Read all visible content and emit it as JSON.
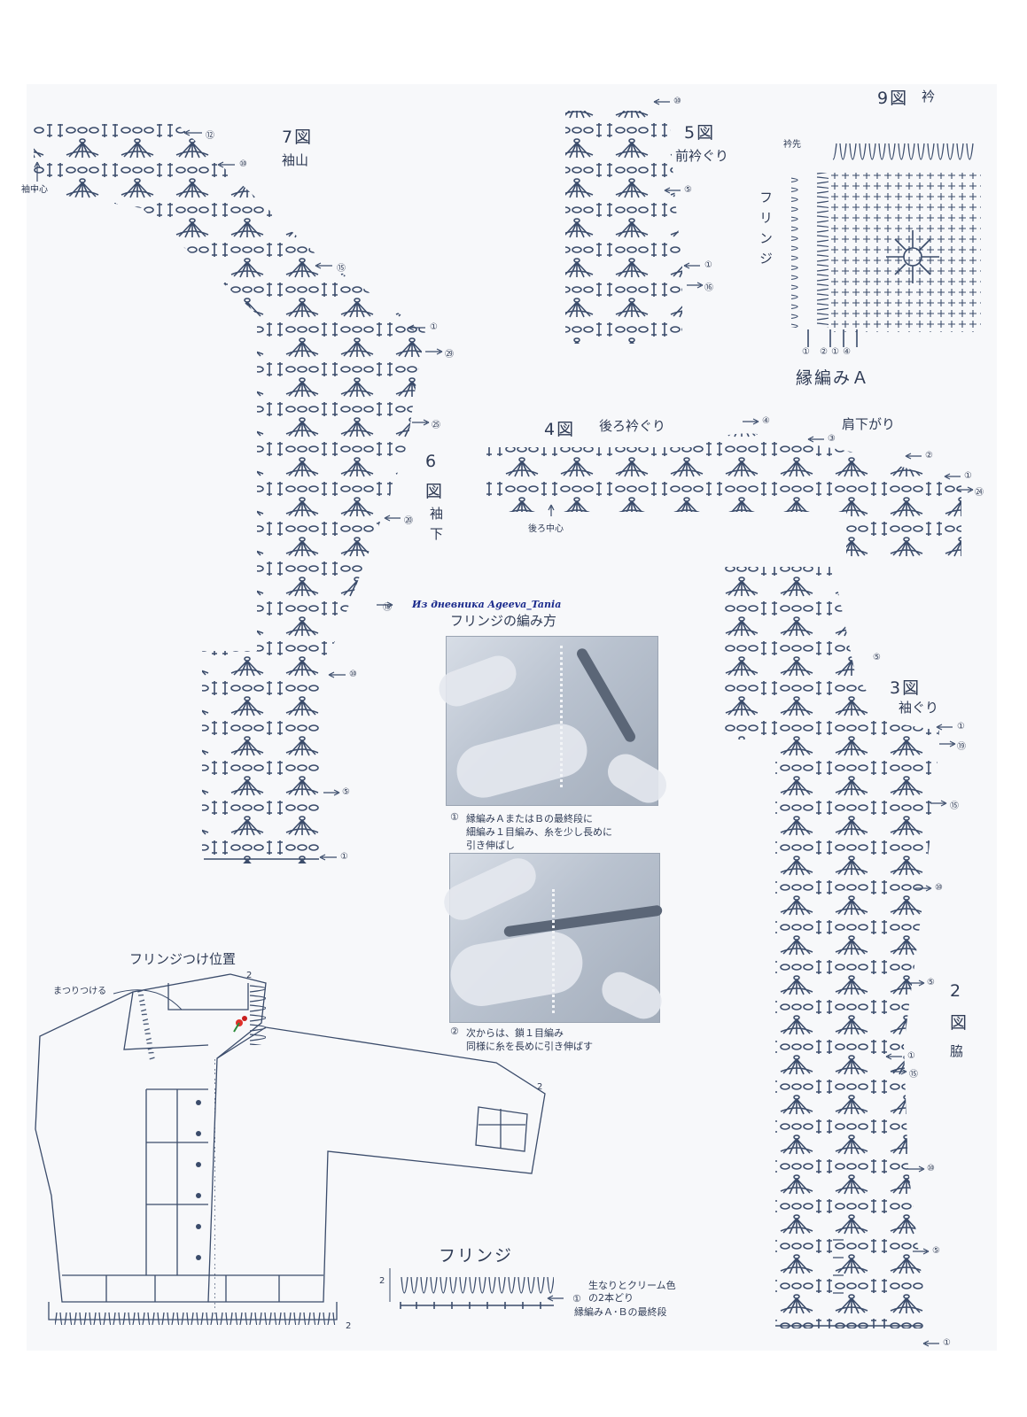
{
  "diagrams": {
    "fig7": {
      "number": "7図",
      "title": "袖山",
      "center_label": "袖中心",
      "rows": [
        "⑫",
        "⑩"
      ]
    },
    "fig6": {
      "number_top": "6",
      "number_bottom": "図",
      "title": "袖下",
      "rows": [
        "①",
        "㉙",
        "㉕",
        "⑳",
        "⑮",
        "⑩",
        "⑤",
        "①"
      ]
    },
    "fig5": {
      "number": "5図",
      "title": "前衿ぐり",
      "rows": [
        "⑩",
        "⑤",
        "①",
        "⑯"
      ]
    },
    "fig9": {
      "number": "9図",
      "title": "衿",
      "corner_label": "衿先",
      "fringe_label": "フリンジ",
      "edging_label": "縁編みＡ",
      "bottom_marks": "① ②①④"
    },
    "fig4": {
      "number": "4図",
      "title": "後ろ衿ぐり",
      "shoulder_label": "肩下がり",
      "center_label": "後ろ中心",
      "rows": [
        "④",
        "③",
        "②",
        "①",
        "㉔"
      ]
    },
    "fig3": {
      "number": "3図",
      "title": "袖ぐり",
      "rows": [
        "⑤",
        "①",
        "⑲",
        "⑮",
        "⑩"
      ]
    },
    "fig2": {
      "number_top": "2",
      "number_bottom": "図",
      "title": "脇",
      "rows": [
        "⑤",
        "①",
        "⑮",
        "⑩",
        "⑤",
        "①"
      ]
    }
  },
  "watermark": "Из дневника Ageeva_Tania",
  "fringe_method": {
    "title": "フリンジの編み方",
    "step1": {
      "mark": "①",
      "line1": "縁編みＡまたはＢの最終段に",
      "line2": "細編み１目編み、糸を少し長めに",
      "line3": "引き伸ばし"
    },
    "step2": {
      "mark": "②",
      "line1": "次からは、鎖１目編み",
      "line2": "同様に糸を長めに引き伸ばす"
    }
  },
  "fringe_position": {
    "title": "フリンジつけ位置",
    "sew_label": "まつりつける",
    "dim": "2"
  },
  "fringe_legend": {
    "title": "フリンジ",
    "dim": "2",
    "yarn_line1": "生なりとクリーム色",
    "yarn_line2": "の2本どり",
    "edge_mark": "①",
    "edge_label": "縁編みＡ･Ｂの最終段"
  },
  "colors": {
    "ink": "#3b4c6b",
    "paper": "#f7f8fa"
  }
}
